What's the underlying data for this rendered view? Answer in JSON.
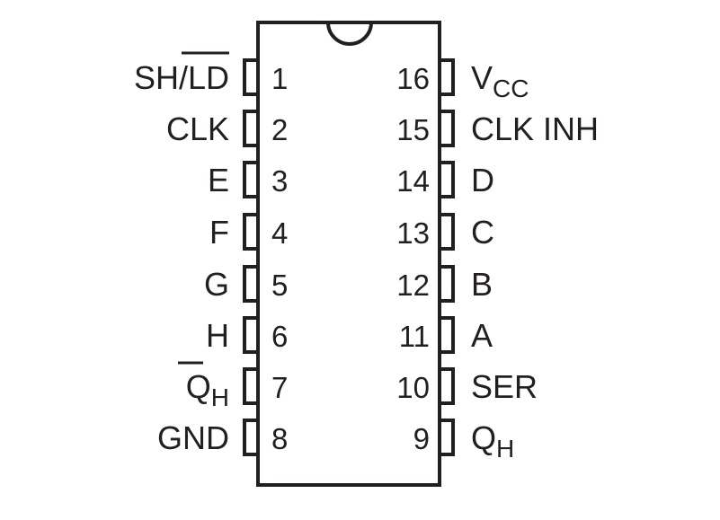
{
  "chip": {
    "pins_left": [
      {
        "number": "1",
        "label": "SH/",
        "label_overbar": "LD"
      },
      {
        "number": "2",
        "label": "CLK"
      },
      {
        "number": "3",
        "label": "E"
      },
      {
        "number": "4",
        "label": "F"
      },
      {
        "number": "5",
        "label": "G"
      },
      {
        "number": "6",
        "label": "H"
      },
      {
        "number": "7",
        "label_overbar": "Q",
        "label_sub": "H"
      },
      {
        "number": "8",
        "label": "GND"
      }
    ],
    "pins_right": [
      {
        "number": "16",
        "label": "V",
        "label_sub": "CC"
      },
      {
        "number": "15",
        "label": "CLK INH"
      },
      {
        "number": "14",
        "label": "D"
      },
      {
        "number": "13",
        "label": "C"
      },
      {
        "number": "12",
        "label": "B"
      },
      {
        "number": "11",
        "label": "A"
      },
      {
        "number": "10",
        "label": "SER"
      },
      {
        "number": "9",
        "label": "Q",
        "label_sub": "H"
      }
    ],
    "line_color": "#231f20"
  }
}
